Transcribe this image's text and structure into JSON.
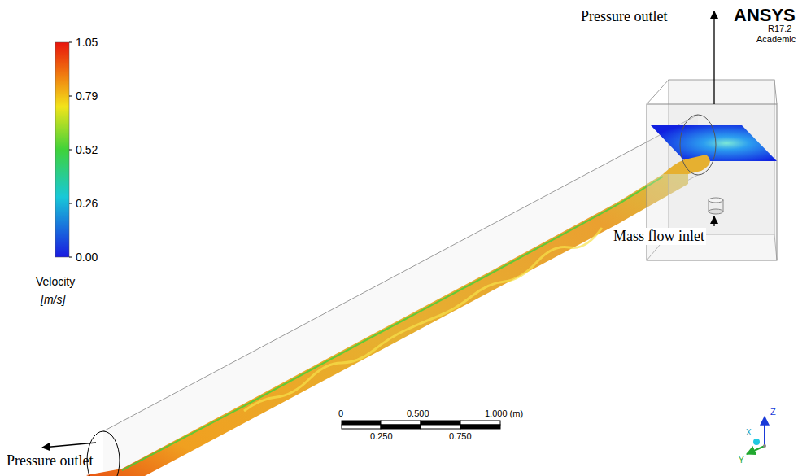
{
  "diagram": {
    "labels": [
      "ANSYS",
      "R17.2",
      "Academic",
      "Pressure outlet",
      "1.05",
      "0.79",
      "0.52",
      "0.26",
      "0.00",
      "Velocity",
      "[m/s]",
      "Mass flow inlet",
      "Pressure outlet",
      "0",
      "0.500",
      "1.000 (m)",
      "0.250",
      "0.750",
      "Z",
      "X",
      "Y"
    ]
  }
}
